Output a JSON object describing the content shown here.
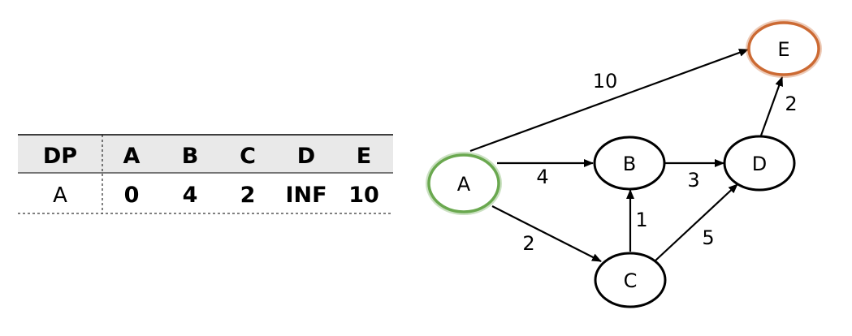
{
  "table": {
    "corner": "DP",
    "columns": [
      "A",
      "B",
      "C",
      "D",
      "E"
    ],
    "row_label": "A",
    "values": [
      "0",
      "4",
      "2",
      "INF",
      "10"
    ]
  },
  "graph": {
    "nodes": [
      {
        "id": "A",
        "label": "A",
        "role": "start",
        "color": "#6aa84f"
      },
      {
        "id": "B",
        "label": "B",
        "role": "normal",
        "color": "#000000"
      },
      {
        "id": "C",
        "label": "C",
        "role": "normal",
        "color": "#000000"
      },
      {
        "id": "D",
        "label": "D",
        "role": "normal",
        "color": "#000000"
      },
      {
        "id": "E",
        "label": "E",
        "role": "target",
        "color": "#cc6a33"
      }
    ],
    "edges": [
      {
        "from": "A",
        "to": "E",
        "weight": "10"
      },
      {
        "from": "A",
        "to": "B",
        "weight": "4"
      },
      {
        "from": "A",
        "to": "C",
        "weight": "2"
      },
      {
        "from": "B",
        "to": "D",
        "weight": "3"
      },
      {
        "from": "C",
        "to": "B",
        "weight": "1"
      },
      {
        "from": "C",
        "to": "D",
        "weight": "5"
      },
      {
        "from": "D",
        "to": "E",
        "weight": "2"
      }
    ]
  }
}
